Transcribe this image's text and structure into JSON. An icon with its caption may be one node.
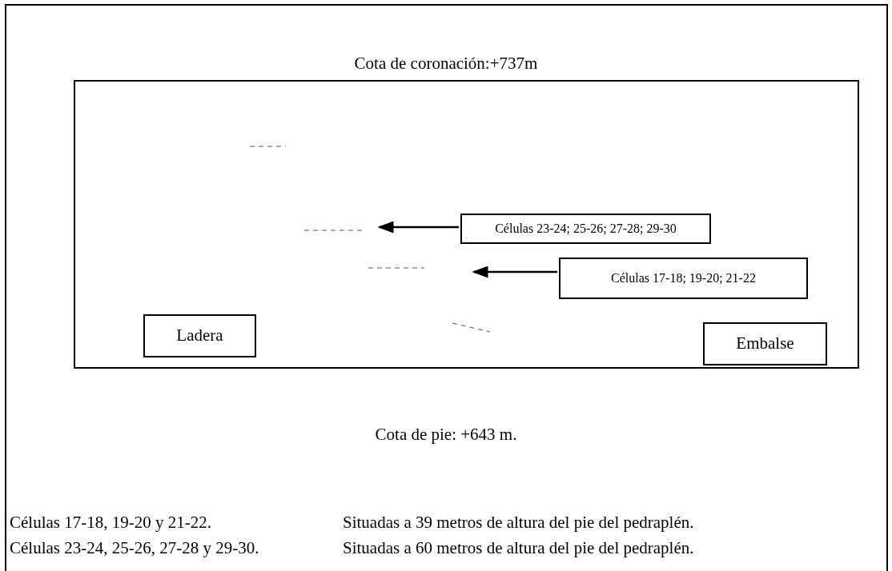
{
  "diagram": {
    "nodes": [
      {
        "text": [],
        "shape": "box"
      },
      {
        "text": [
          "Células 23-24; 25-26; 27-28; 29-30"
        ],
        "in": 0
      },
      {
        "text": [
          "Células 17-18; 19-20; 21-22"
        ],
        "in": 0
      },
      {
        "text": [
          "Ladera"
        ],
        "in": 0
      },
      {
        "text": [
          "Embalse"
        ],
        "in": 0
      }
    ],
    "edges": [
      {
        "from": 1,
        "to": null,
        "arrow": "to"
      },
      {
        "from": 2,
        "to": null,
        "arrow": "to"
      }
    ],
    "labels": [
      "Cota de coronación:+737m",
      "Cota de pie: +643 m.",
      "Células 17-18, 19-20 y 21-22.",
      "Situadas a 39 metros de altura del pie del pedraplén.",
      "Células 23-24, 25-26, 27-28 y 29-30.",
      "Situadas a 60 metros de altura del pie del pedraplén."
    ]
  }
}
